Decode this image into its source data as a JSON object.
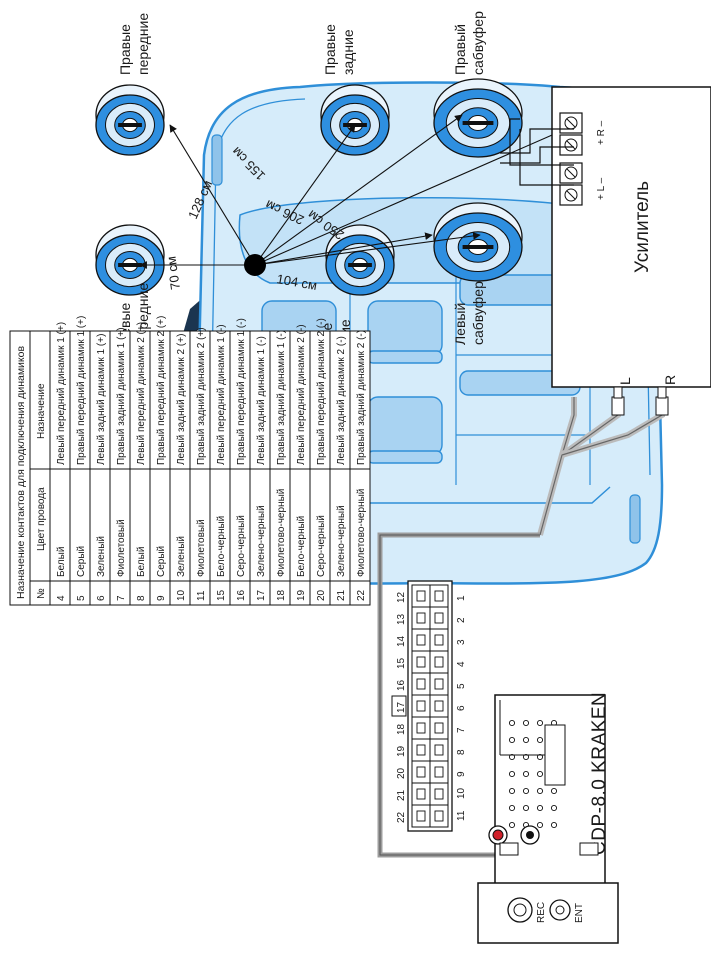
{
  "speakers": {
    "right_front": [
      "Правые",
      "передние"
    ],
    "right_rear": [
      "Правые",
      "задние"
    ],
    "right_sub": [
      "Правый",
      "сабвуфер"
    ],
    "left_front": [
      "Левые",
      "передние"
    ],
    "left_rear": [
      "Левые",
      "задние"
    ],
    "left_sub": [
      "Левый",
      "сабвуфер"
    ]
  },
  "distances": {
    "d128": "128 см",
    "d155": "155 см",
    "d250": "250 см",
    "d206": "206 см",
    "d70": "70 см",
    "d104": "104 см"
  },
  "amplifier": {
    "title": "Усилитель",
    "terminal_r": "+ R –",
    "terminal_l": "+ L –",
    "input_l": "L",
    "input_r": "R"
  },
  "head_unit": {
    "model": "CDP-8.0 KRAKEN",
    "knob_labels": [
      "REC",
      "ENT"
    ]
  },
  "connector": {
    "top_pins": [
      "22",
      "21",
      "20",
      "19",
      "18",
      "17",
      "16",
      "15",
      "14",
      "13",
      "12"
    ],
    "bottom_pins": [
      "11",
      "10",
      "9",
      "8",
      "7",
      "6",
      "5",
      "4",
      "3",
      "2",
      "1"
    ],
    "highlight_pin": "17"
  },
  "table": {
    "title": "Назначение контактов для подключения динамиков",
    "headers": [
      "№",
      "Цвет провода",
      "Назначение"
    ],
    "rows": [
      [
        "4",
        "Белый",
        "Левый передний динамик 1 (+)"
      ],
      [
        "5",
        "Серый",
        "Правый передний динамик 1 (+)"
      ],
      [
        "6",
        "Зеленый",
        "Левый задний динамик 1 (+)"
      ],
      [
        "7",
        "Фиолетовый",
        "Правый задний динамик 1 (+)"
      ],
      [
        "8",
        "Белый",
        "Левый передний динамик 2 (+)"
      ],
      [
        "9",
        "Серый",
        "Правый передний динамик 2 (+)"
      ],
      [
        "10",
        "Зеленый",
        "Левый задний динамик 2 (+)"
      ],
      [
        "11",
        "Фиолетовый",
        "Правый задний динамик 2 (+)"
      ],
      [
        "15",
        "Бело-черный",
        "Левый передний динамик 1 (-)"
      ],
      [
        "16",
        "Серо-черный",
        "Правый передний динамик 1 (-)"
      ],
      [
        "17",
        "Зелено-черный",
        "Левый задний динамик 1 (-)"
      ],
      [
        "18",
        "Фиолетово-черный",
        "Правый задний динамик 1 (-)"
      ],
      [
        "19",
        "Бело-черный",
        "Левый передний динамик 2 (-)"
      ],
      [
        "20",
        "Серо-черный",
        "Правый передний динамик 2 (-)"
      ],
      [
        "21",
        "Зелено-черный",
        "Левый задний динамик 2 (-)"
      ],
      [
        "22",
        "Фиолетово-черный",
        "Правый задний динамик 2 (-)"
      ]
    ]
  },
  "colors": {
    "car_fill": "#d6ecfa",
    "car_line": "#2f8fd8",
    "speaker_blue": "#2e8fe0",
    "wire_gray": "#9c9c9c"
  }
}
